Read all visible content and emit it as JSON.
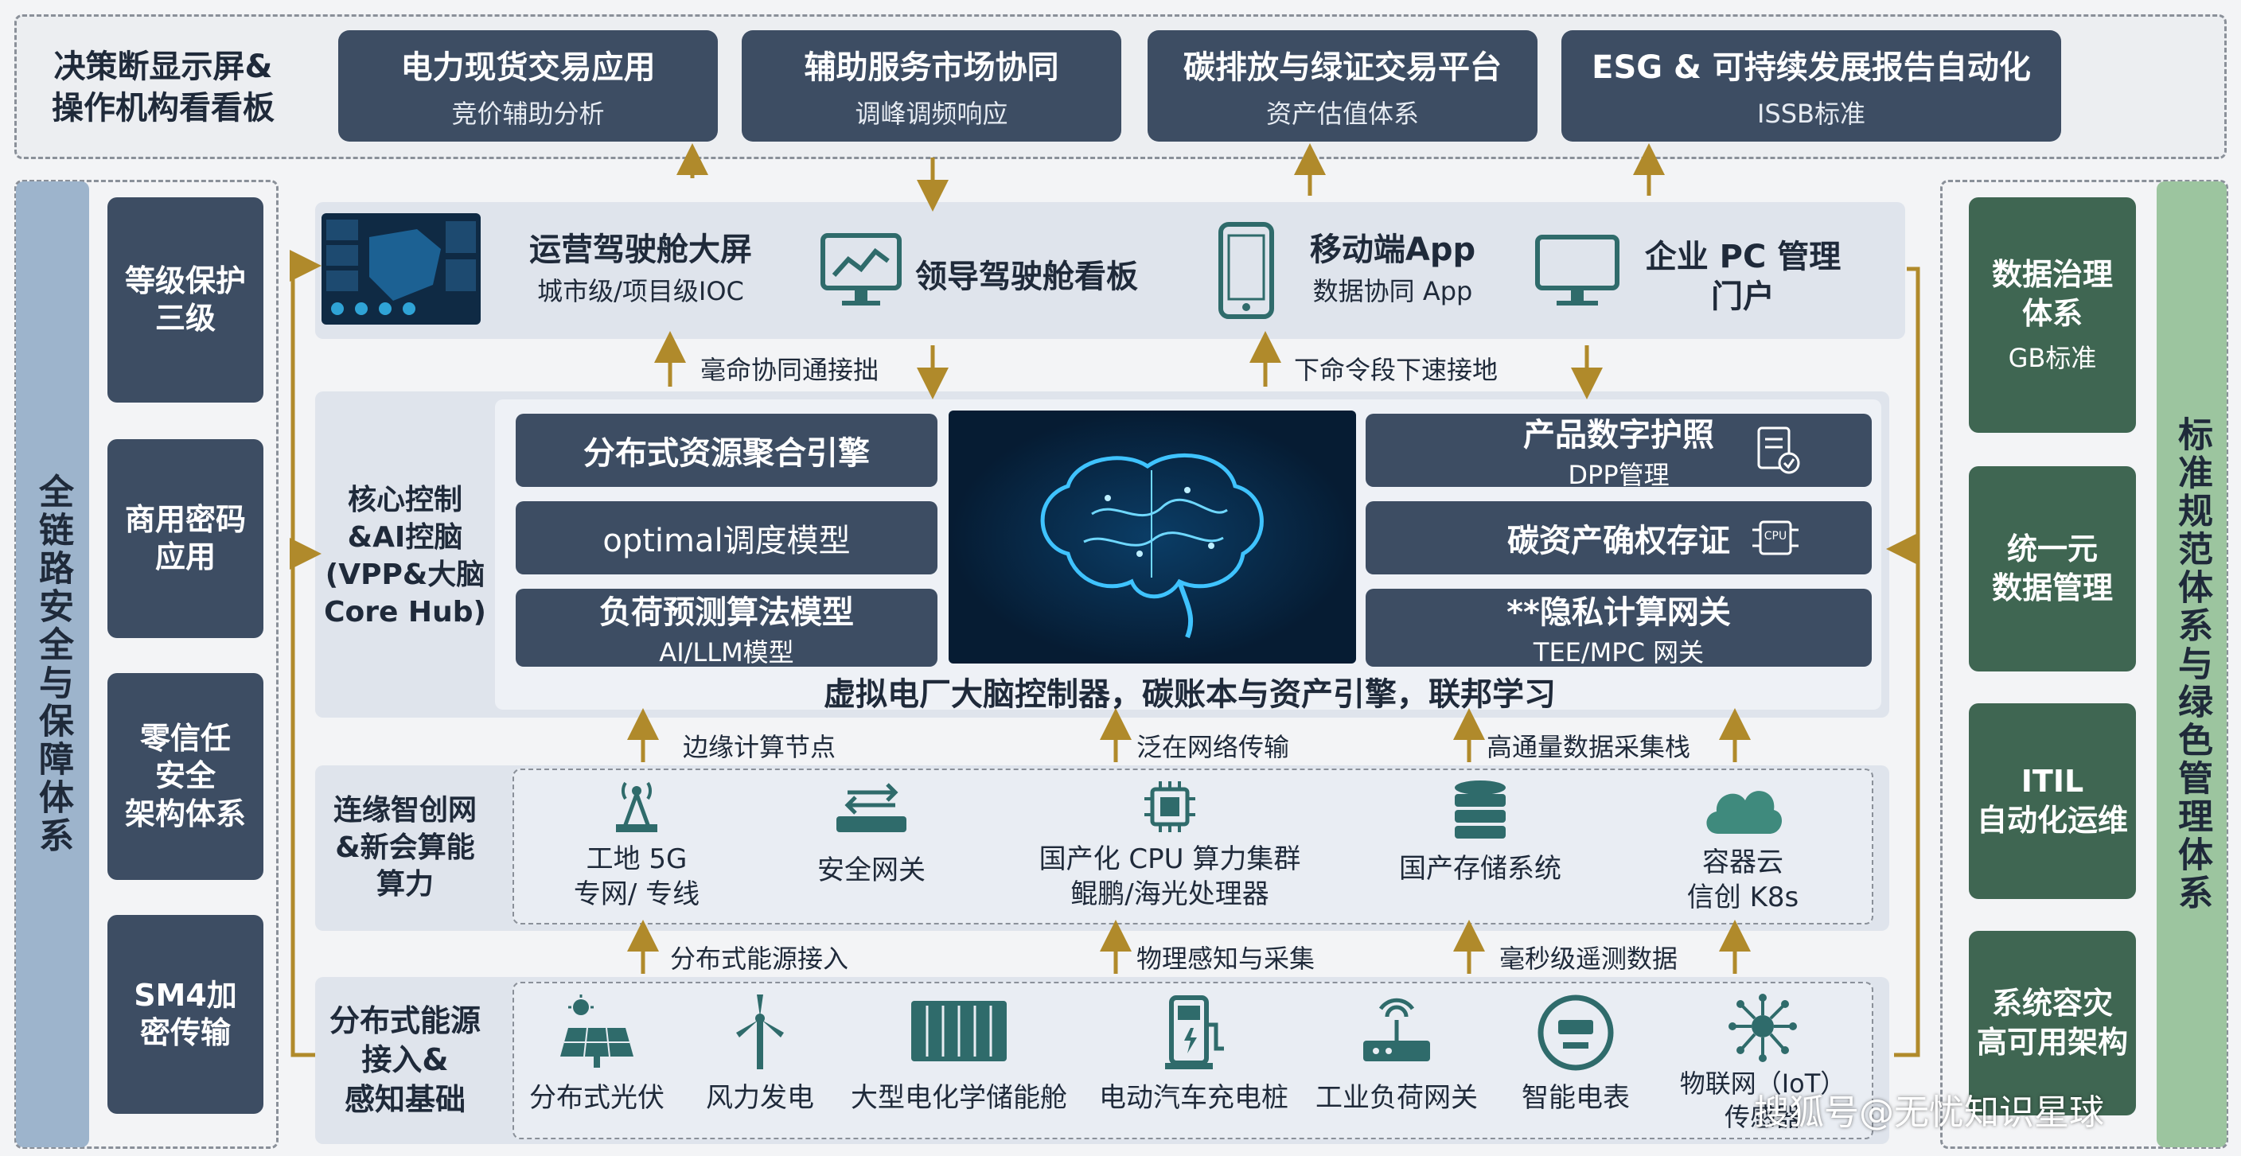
{
  "top": {
    "label": "决策断显示屏&操作机构看看板",
    "label_lines": [
      "决策断显示屏&",
      "操作机构看看板"
    ],
    "boxes": [
      {
        "title": "电力现货交易应用",
        "sub": "竞价辅助分析"
      },
      {
        "title": "辅助服务市场协同",
        "sub": "调峰调频响应"
      },
      {
        "title": "碳排放与绿证交易平台",
        "sub": "资产估值体系"
      },
      {
        "title": "ESG & 可持续发展报告自动化",
        "sub": "ISSB标准"
      }
    ]
  },
  "left_bar": {
    "title": "全链路安全与保障体系",
    "items": [
      "等级保护\n三级",
      "商用密码\n应用",
      "零信任\n安全\n架构体系",
      "SM4加\n密传输"
    ]
  },
  "right_bar": {
    "title": "标准规范体系与绿色管理体系",
    "items": [
      {
        "title": "数据治理\n体系",
        "sub": "GB标准"
      },
      {
        "title": "统一元\n数据管理",
        "sub": ""
      },
      {
        "title": "ITIL\n自动化运维",
        "sub": ""
      },
      {
        "title": "系统容灾\n高可用架构",
        "sub": ""
      }
    ]
  },
  "app_layer": {
    "items": [
      {
        "title": "运营驾驶舱大屏",
        "sub": "城市级/项目级IOC"
      },
      {
        "title": "领导驾驶舱看板",
        "sub": ""
      },
      {
        "title": "移动端App",
        "sub": "数据协同 App"
      },
      {
        "title": "企业 PC 管理\n门户",
        "sub": ""
      }
    ],
    "arrow_labels": [
      "毫命协同通接拙",
      "下命令段下速接地"
    ]
  },
  "core_layer": {
    "label": "核心控制\n&AI控脑\n(VPP&大脑\nCore Hub)",
    "left_pills": [
      {
        "title": "分布式资源聚合引擎",
        "sub": ""
      },
      {
        "title": "optimal调度模型",
        "sub": ""
      },
      {
        "title": "负荷预测算法模型",
        "sub": "AI/LLM模型"
      }
    ],
    "right_pills": [
      {
        "title": "产品数字护照",
        "sub": "DPP管理"
      },
      {
        "title": "碳资产确权存证",
        "sub": ""
      },
      {
        "title": "**隐私计算网关",
        "sub": "TEE/MPC 网关"
      }
    ],
    "chip_text": "CPU",
    "caption": "虚拟电厂大脑控制器，碳账本与资产引擎，联邦学习",
    "arrow_labels": [
      "边缘计算节点",
      "泛在网络传输",
      "高通量数据采集栈"
    ]
  },
  "network_layer": {
    "label": "连缘智创网\n&新会算能\n算力",
    "items": [
      {
        "name": "工地 5G\n专网/ 专线",
        "icon": "antenna-icon"
      },
      {
        "name": "安全网关",
        "icon": "gateway-icon"
      },
      {
        "name": "国产化 CPU 算力集群\n鲲鹏/海光处理器",
        "icon": "cpu-icon"
      },
      {
        "name": "国产存储系统",
        "icon": "database-icon"
      },
      {
        "name": "容器云\n信创 K8s",
        "icon": "cloud-icon"
      }
    ],
    "arrow_labels": [
      "分布式能源接入",
      "物理感知与采集",
      "毫秒级遥测数据"
    ]
  },
  "energy_layer": {
    "label": "分布式能源\n接入&\n感知基础",
    "items": [
      {
        "name": "分布式光伏",
        "icon": "solar-panel-icon"
      },
      {
        "name": "风力发电",
        "icon": "wind-turbine-icon"
      },
      {
        "name": "大型电化学储能舱",
        "icon": "battery-container-icon"
      },
      {
        "name": "电动汽车充电桩",
        "icon": "ev-charger-icon"
      },
      {
        "name": "工业负荷网关",
        "icon": "router-icon"
      },
      {
        "name": "智能电表",
        "icon": "meter-icon"
      },
      {
        "name": "物联网（IoT）\n传感器",
        "icon": "iot-icon"
      }
    ]
  },
  "watermark": "搜狐号@无忧知识星球",
  "colors": {
    "navy": "#3d4d63",
    "green": "#3f6652",
    "gold": "#b08a2b",
    "teal": "#2f6b6b"
  }
}
